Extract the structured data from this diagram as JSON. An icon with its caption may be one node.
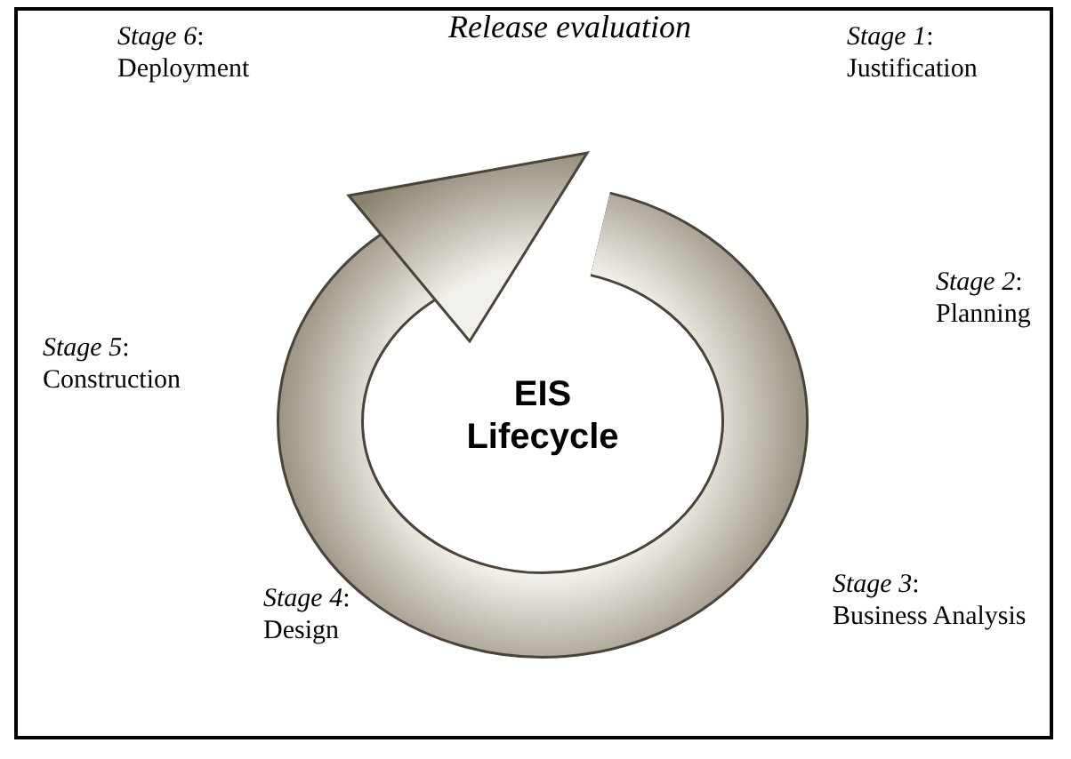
{
  "diagram": {
    "labels": [
      "*Release evaluation*",
      "*Stage 6*: Deployment",
      "*Stage 1*: Justification",
      "EIS Lifecycle",
      "*Stage 2*: Planning",
      "*Stage 5*: Construction",
      "*Stage 4*: Design",
      "*Stage 3*: Business Analysis"
    ]
  }
}
